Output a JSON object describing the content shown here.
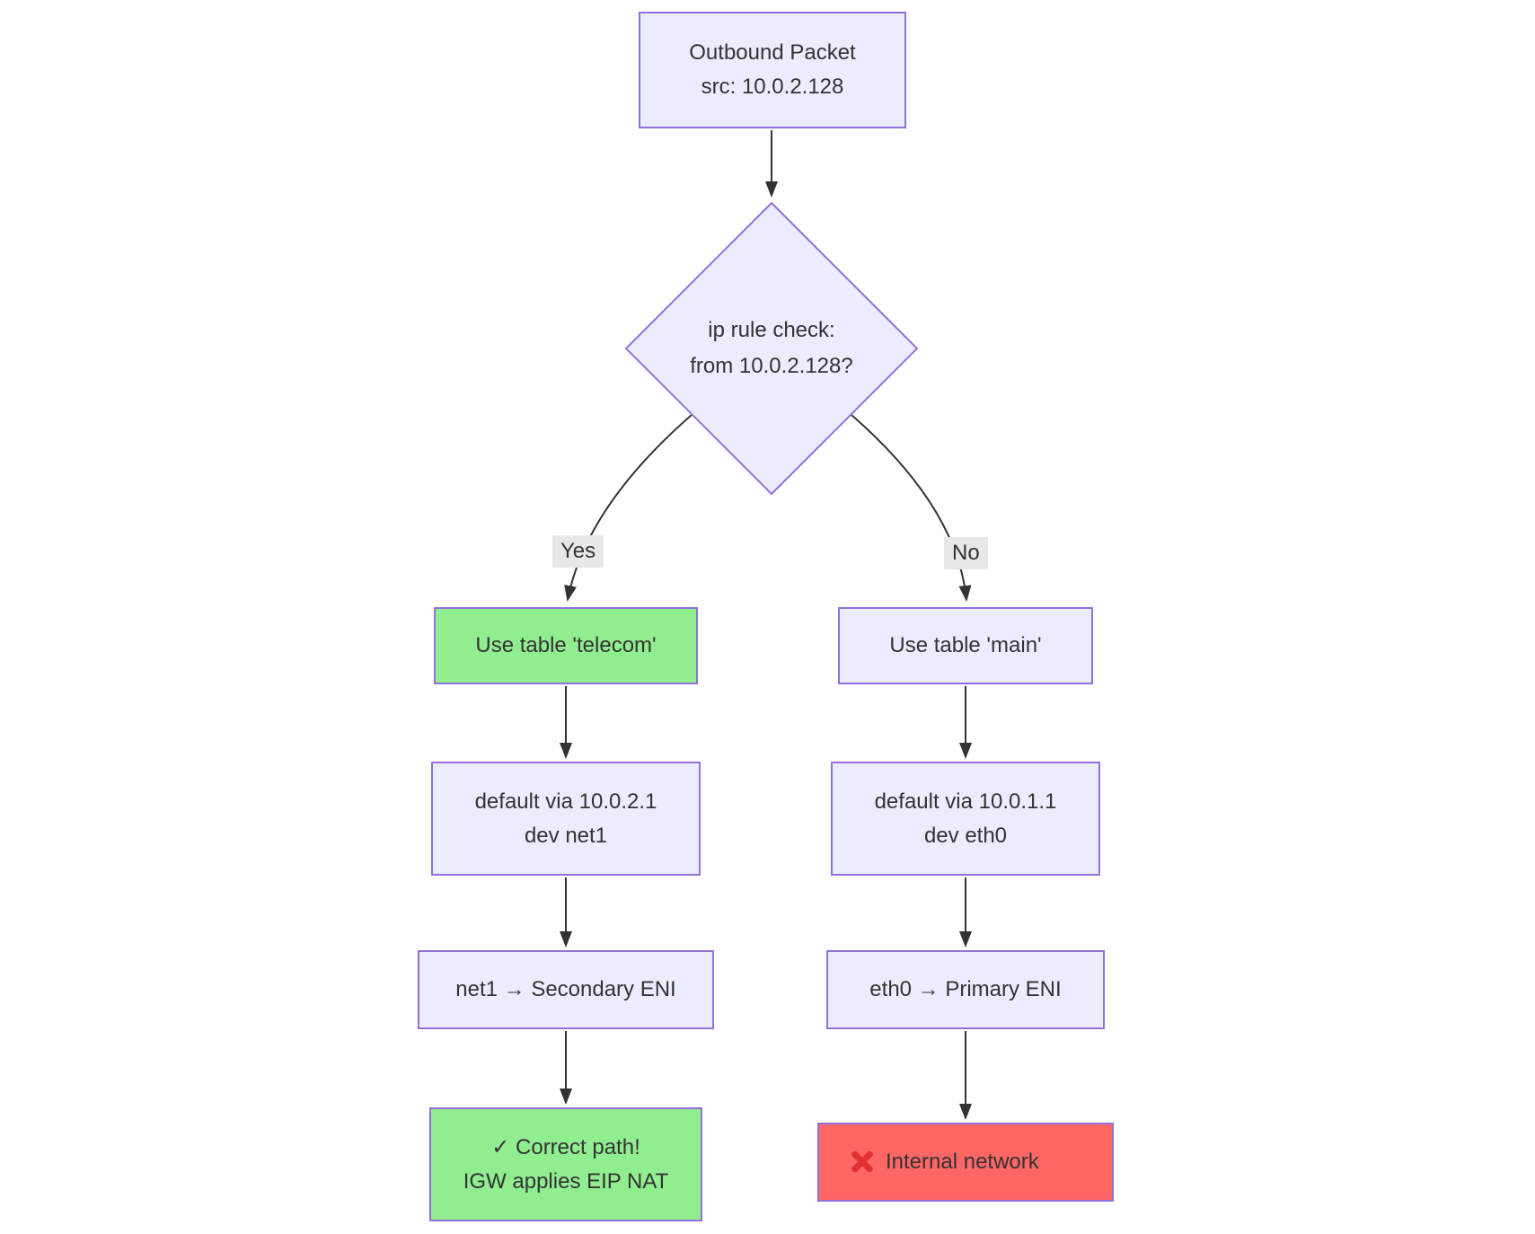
{
  "diagram": {
    "type": "flowchart",
    "nodes": {
      "outbound": {
        "line1": "Outbound Packet",
        "line2": "src: 10.0.2.128"
      },
      "decision": {
        "line1": "ip rule check:",
        "line2": "from 10.0.2.128?"
      },
      "telecom": {
        "label": "Use table 'telecom'"
      },
      "main": {
        "label": "Use table 'main'"
      },
      "route_net1": {
        "line1": "default via 10.0.2.1",
        "line2": "dev net1"
      },
      "route_eth0": {
        "line1": "default via 10.0.1.1",
        "line2": "dev eth0"
      },
      "eni_net1": {
        "label": "net1 → Secondary ENI"
      },
      "eni_eth0": {
        "label": "eth0 → Primary ENI"
      },
      "correct": {
        "line1": "✓ Correct path!",
        "line2": "IGW applies EIP NAT"
      },
      "wrong": {
        "icon": "❌",
        "label": "Internal network"
      }
    },
    "edge_labels": {
      "yes": "Yes",
      "no": "No"
    },
    "colors": {
      "node_fill": "#ECECFF",
      "node_border": "#9370DB",
      "success_fill": "#90EE90",
      "error_fill": "#FF6666",
      "text": "#333333",
      "edge": "#333333",
      "edge_label_bg": "#e8e8e8",
      "x_mark": "#E03030",
      "background": "#ffffff"
    }
  }
}
